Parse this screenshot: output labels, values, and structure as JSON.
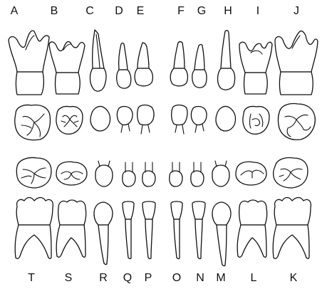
{
  "upper_labels": [
    "A",
    "B",
    "C",
    "D",
    "E",
    "F",
    "G",
    "H",
    "I",
    "J"
  ],
  "lower_labels": [
    "T",
    "S",
    "R",
    "Q",
    "P",
    "O",
    "N",
    "M",
    "L",
    "K"
  ]
}
